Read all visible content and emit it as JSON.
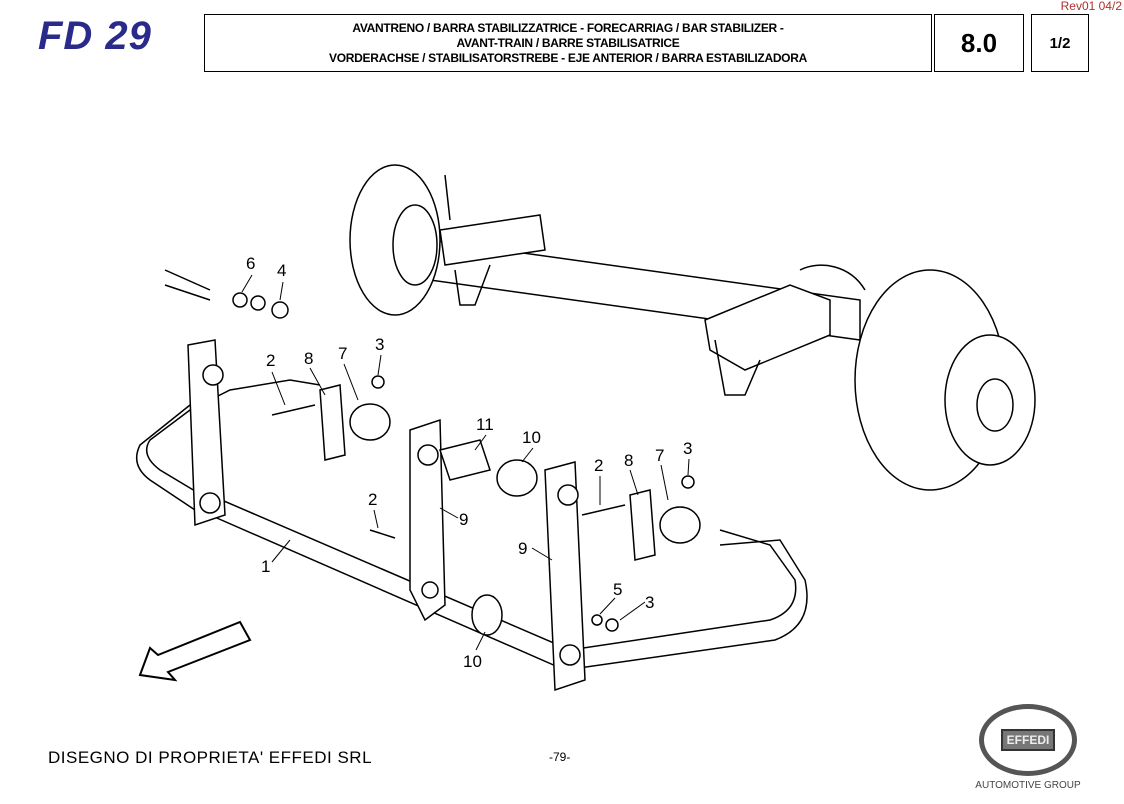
{
  "header": {
    "logo": "FD 29",
    "title_lines": [
      "AVANTRENO / BARRA STABILIZZATRICE - FORECARRIAG / BAR STABILIZER -",
      "AVANT-TRAIN / BARRE STABILISATRICE",
      "VORDERACHSE / STABILISATORSTREBE - EJE ANTERIOR / BARRA ESTABILIZADORA"
    ],
    "section": "8.0",
    "page": "1/2",
    "revision": "Rev01 04/2"
  },
  "callouts": [
    "6",
    "4",
    "2",
    "8",
    "7",
    "3",
    "11",
    "10",
    "2",
    "8",
    "7",
    "3",
    "2",
    "9",
    "9",
    "1",
    "5",
    "3",
    "10"
  ],
  "footer": {
    "ownership": "DISEGNO DI PROPRIETA' EFFEDI SRL",
    "page_number": "-79-",
    "brand": "EFFEDI",
    "brand_sub": "AUTOMOTIVE GROUP"
  }
}
